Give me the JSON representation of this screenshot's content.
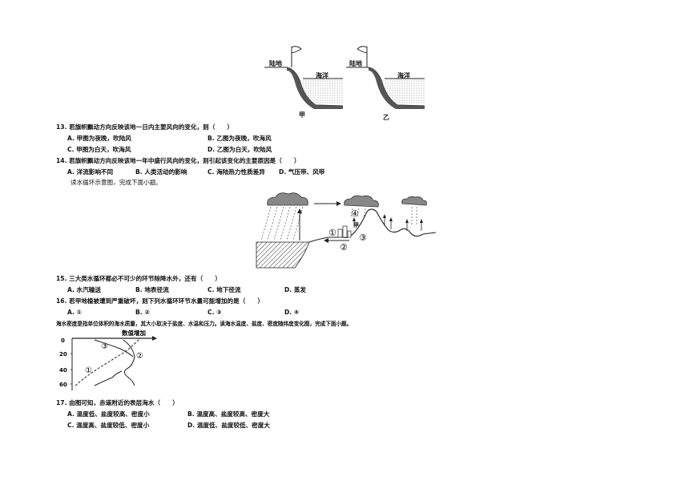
{
  "figure_land_sea": {
    "land_label": "陆地",
    "ocean_label": "海洋",
    "left_caption": "甲",
    "right_caption": "乙"
  },
  "q13": {
    "stem": "13. 若旗帜飘动方向反映该地一日内主要风向的变化，则（　　）",
    "A": "A. 甲图为夜晚，吹陆风",
    "B": "B. 乙图为夜晚，吹海风",
    "C": "C. 甲图为白天，吹海风",
    "D": "D. 乙图为白天，吹陆风"
  },
  "q14": {
    "stem": "14. 若旗帜飘动方向反映该地一年中盛行风向的变化，则引起该变化的主要原因是（　　）",
    "A": "A. 洋流影响不同",
    "B": "B. 人类活动的影响",
    "C": "C. 海陆热力性质差异",
    "D": "D. 气压带、风带"
  },
  "water_cycle_intro": "读水循环示意图，完成下面小题。",
  "figure_water_cycle": {
    "marks": [
      "①",
      "②",
      "③",
      "④"
    ],
    "jia": "甲"
  },
  "q15": {
    "stem": "15. 三大类水循环都必不可少的环节除降水外，还有（　　）",
    "A": "A. 水汽输送",
    "B": "B. 地表径流",
    "C": "C. 地下径流",
    "D": "D. 蒸发"
  },
  "q16": {
    "stem": "16. 若甲地植被遭到严重破坏，则下列水循环环节水量可能增加的是（　　）",
    "A": "A. ①",
    "B": "B. ②",
    "C": "C. ③",
    "D": "D. ④"
  },
  "seawater_intro": "海水密度是指单位体积的海水质量，其大小取决于盐度、水温和压力。读海水温度、盐度、密度随纬度变化图，完成下面小题。",
  "figure_seawater": {
    "title": "数值增加",
    "y_ticks": [
      "0",
      "20",
      "40",
      "60"
    ],
    "curve_labels": [
      "①",
      "②",
      "③"
    ]
  },
  "q17": {
    "stem": "17. 由图可知，赤道附近的表层海水（　　）",
    "A": "A. 温度低、盐度较高、密度小",
    "B": "B. 温度高、盐度较高、密度大",
    "C": "C. 温度高、盐度较低、密度小",
    "D": "D. 温度低、盐度较低、密度大"
  }
}
